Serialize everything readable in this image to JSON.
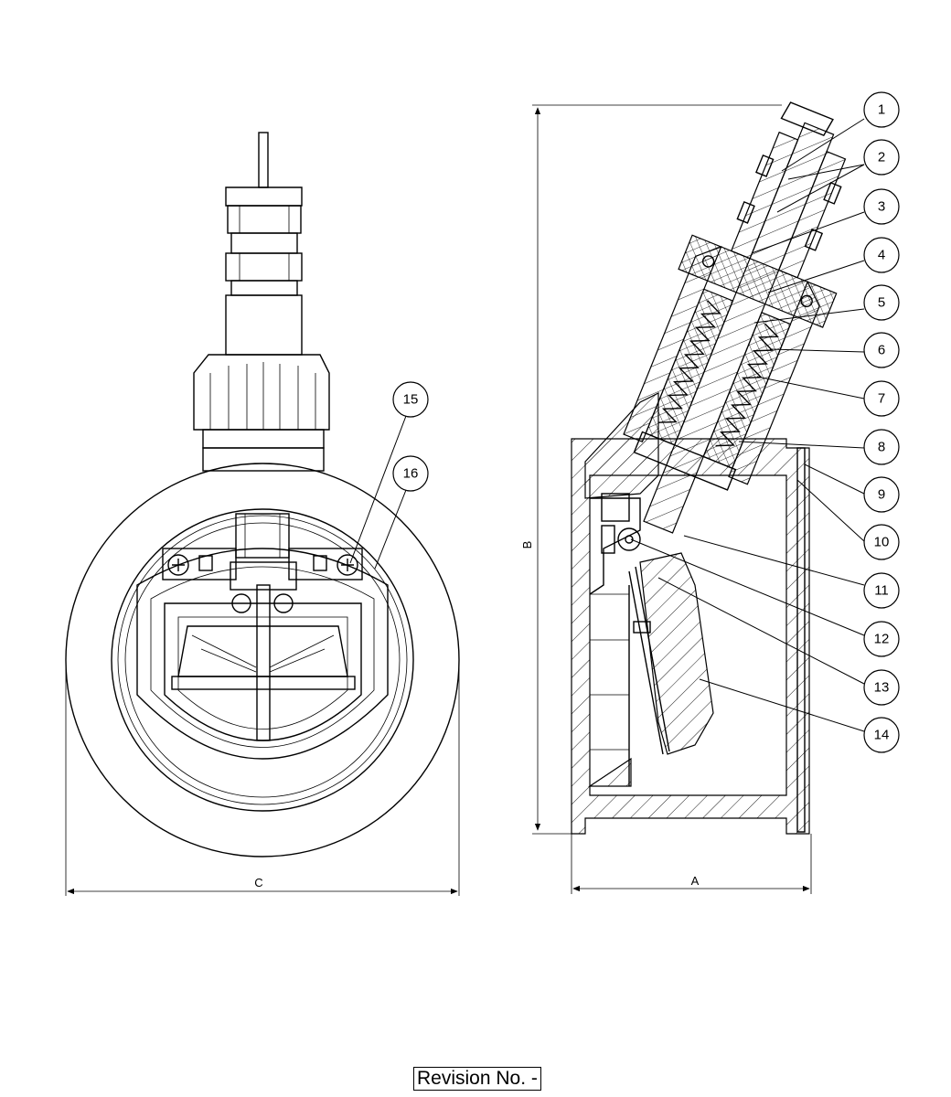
{
  "dimensions": {
    "a": "A",
    "b": "B",
    "c": "C"
  },
  "balloons": [
    {
      "label": "1"
    },
    {
      "label": "2"
    },
    {
      "label": "3"
    },
    {
      "label": "4"
    },
    {
      "label": "5"
    },
    {
      "label": "6"
    },
    {
      "label": "7"
    },
    {
      "label": "8"
    },
    {
      "label": "9"
    },
    {
      "label": "10"
    },
    {
      "label": "11"
    },
    {
      "label": "12"
    },
    {
      "label": "13"
    },
    {
      "label": "14"
    },
    {
      "label": "15"
    },
    {
      "label": "16"
    }
  ],
  "revision": "Revision No. -"
}
